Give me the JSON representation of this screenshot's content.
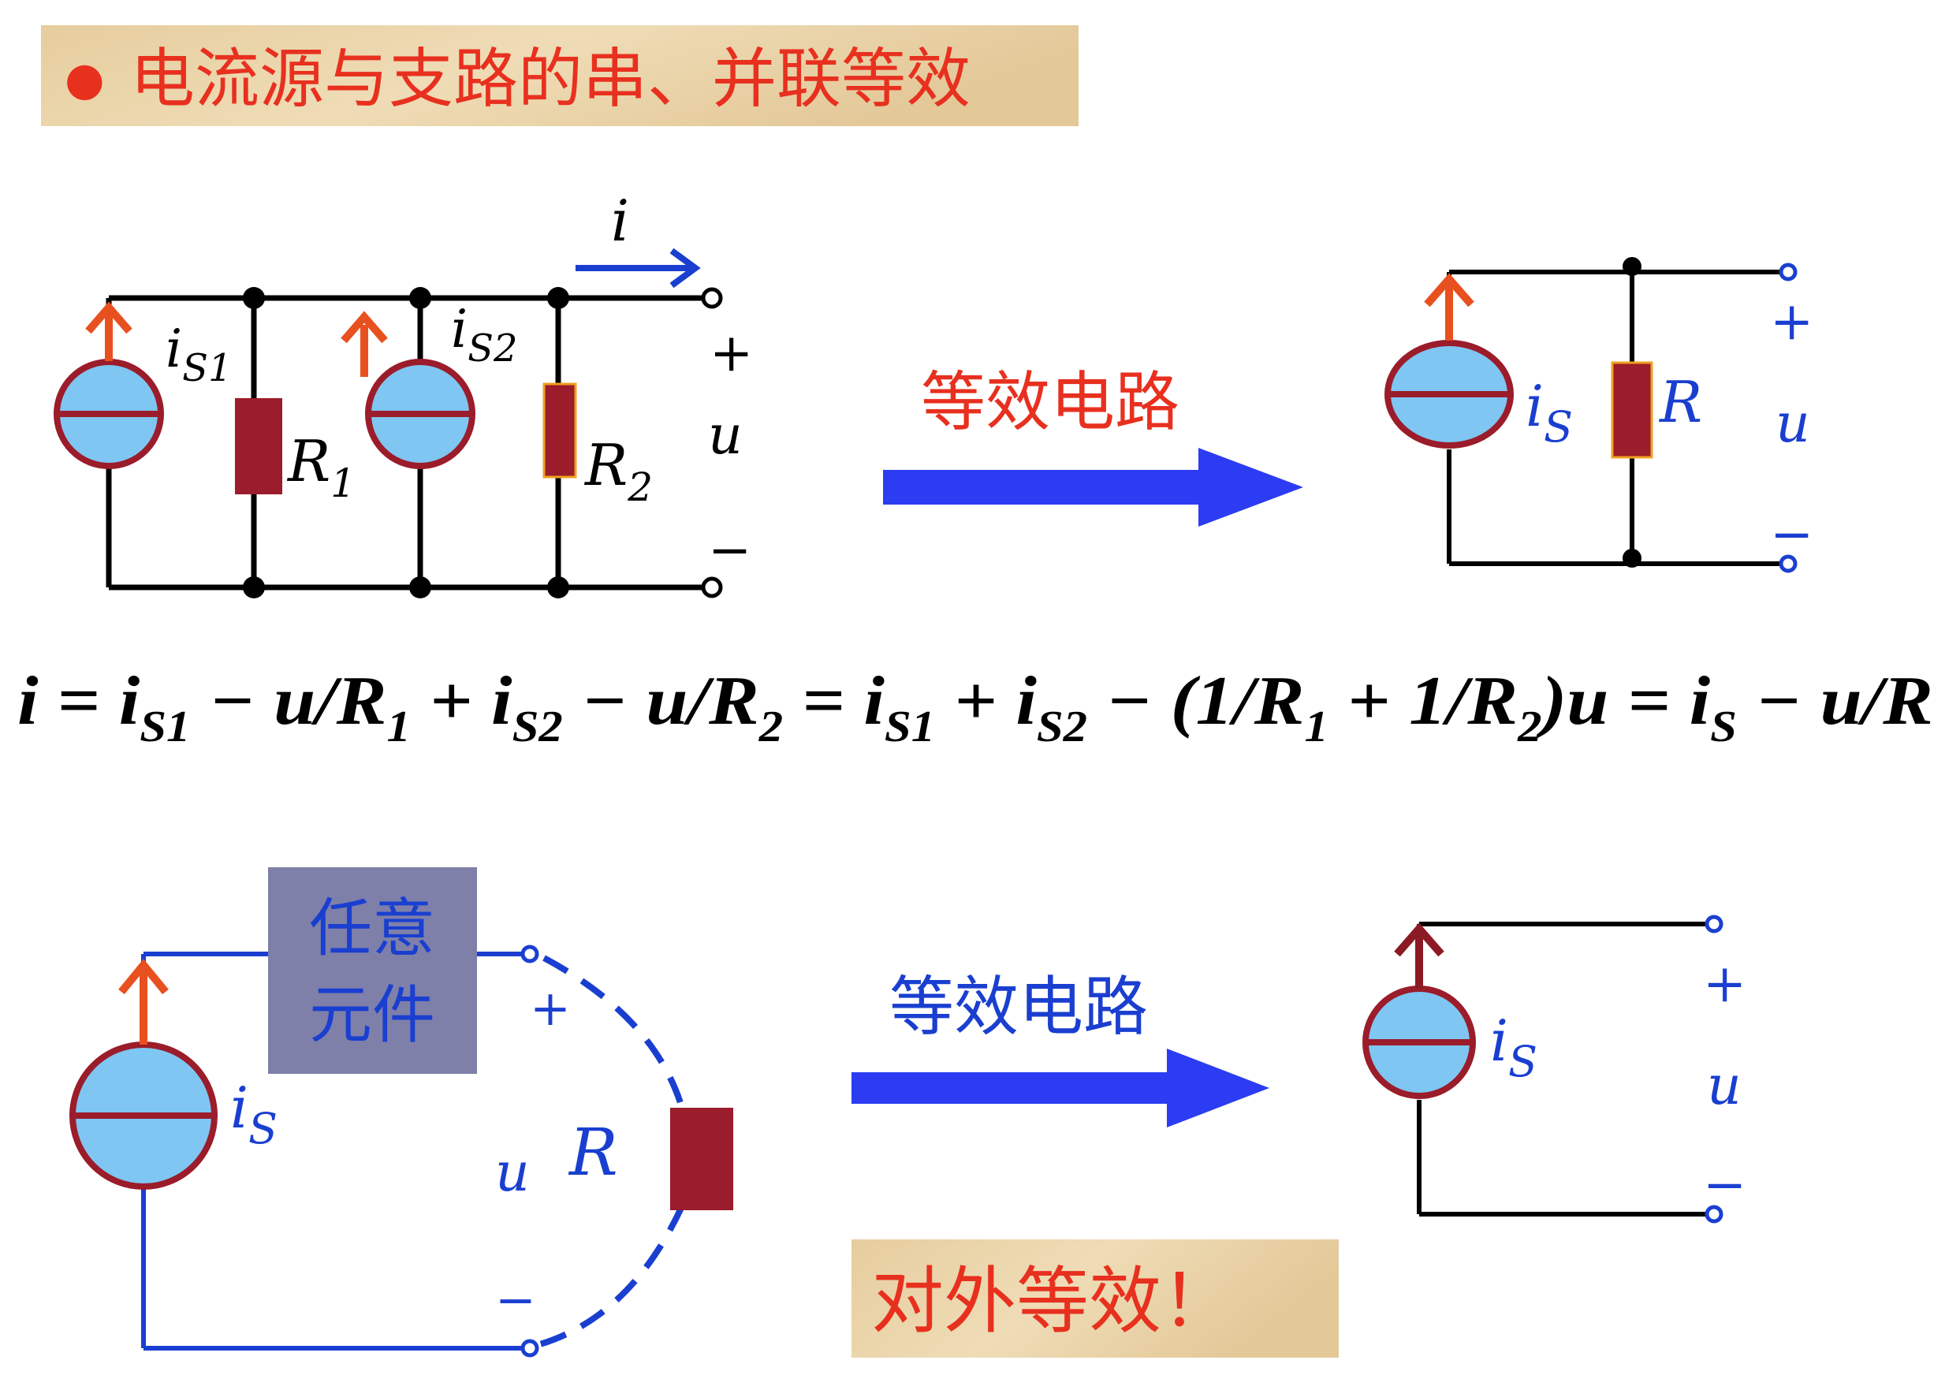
{
  "title": {
    "bullet": "●",
    "text": "电流源与支路的串、并联等效"
  },
  "top_circuit": {
    "current_label": "i",
    "src1_label": "i",
    "src1_sub": "S1",
    "src2_label": "i",
    "src2_sub": "S2",
    "r1_label": "R",
    "r1_sub": "1",
    "r2_label": "R",
    "r2_sub": "2",
    "plus": "+",
    "voltage": "u",
    "minus": "−"
  },
  "top_arrow_label": "等效电路",
  "top_equiv": {
    "src_label": "i",
    "src_sub": "S",
    "r_label": "R",
    "plus": "+",
    "voltage": "u",
    "minus": "−"
  },
  "equation": {
    "t1": "i = i",
    "s1": "S1",
    "t2": " − u/R",
    "s2": "1",
    "t3": " + i",
    "s3": "S2",
    "t4": " − u/R",
    "s4": "2",
    "t5": " = i",
    "s5": "S1",
    "t6": " + i",
    "s6": "S2",
    "t7": " − (1/R",
    "s7": "1",
    "t8": " + 1/R",
    "s8": "2",
    "t9": ")u = i",
    "s9": "S",
    "t10": " − u/R"
  },
  "bottom_circuit": {
    "box_line1": "任意",
    "box_line2": "元件",
    "src_label": "i",
    "src_sub": "S",
    "plus": "+",
    "voltage": "u",
    "r_label": "R",
    "minus": "−"
  },
  "bottom_arrow_label": "等效电路",
  "bottom_equiv": {
    "src_label": "i",
    "src_sub": "S",
    "plus": "+",
    "voltage": "u",
    "minus": "−"
  },
  "conclusion": "对外等效！",
  "colors": {
    "wire": "#000000",
    "blue_wire": "#1a3fd0",
    "source_fill": "#7fc6f2",
    "source_ring": "#9b1c2a",
    "resistor": "#9b1c2a",
    "arrow": "#e8501f",
    "big_arrow": "#2b3cf2",
    "red_text": "#e8301f",
    "blue_text": "#1a3fd0",
    "box": "#7e80aa",
    "parchment": "#e9d4a8"
  }
}
